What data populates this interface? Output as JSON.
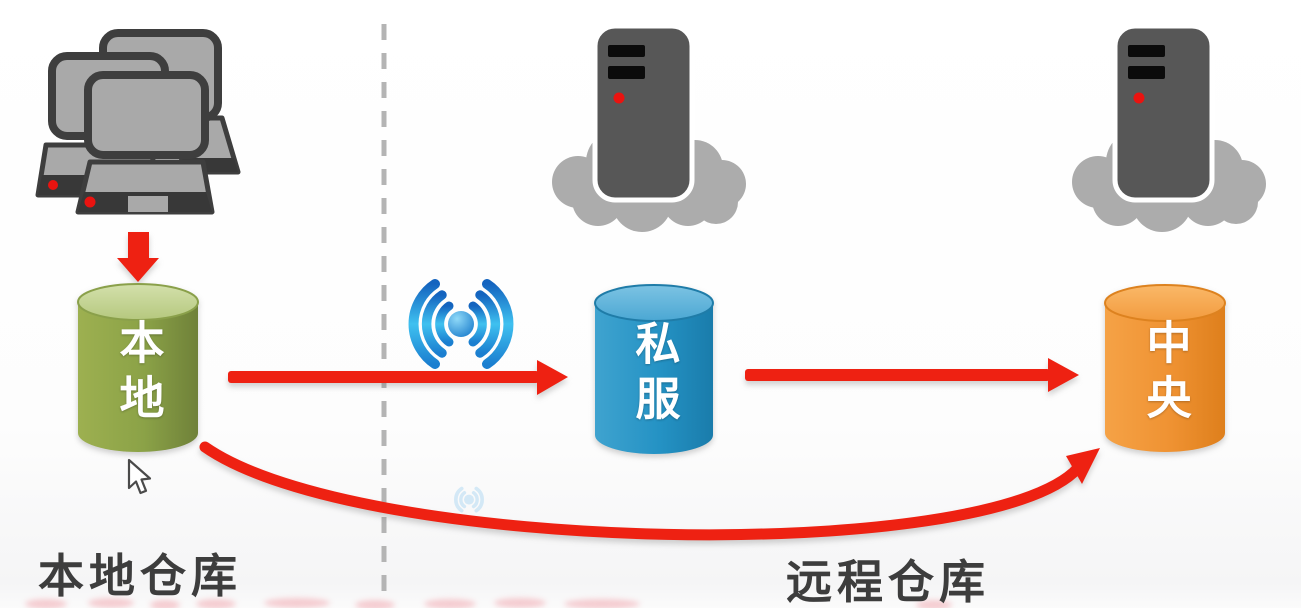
{
  "labels": {
    "local_repo": "本地仓库",
    "remote_repo": "远程仓库"
  },
  "cylinders": {
    "local": {
      "label": "本地",
      "body_color": "#8ca348",
      "top_color": "#c9d89b"
    },
    "private": {
      "label": "私服",
      "body_color": "#2492c4",
      "top_color": "#5ab2d9"
    },
    "central": {
      "label": "中央",
      "body_color": "#ef9232",
      "top_color": "#f7a64e"
    }
  },
  "icons": {
    "client_computers": "laptop-stack-icon",
    "private_server": "server-cloud-icon",
    "central_server": "server-cloud-icon",
    "wireless_signal": "wifi-signal-icon",
    "wireless_signal_ghost": "wifi-signal-ghost-icon",
    "pointer": "mouse-cursor-icon"
  },
  "colors": {
    "arrow": "#ee2112",
    "divider": "#b4b4b4",
    "label_text": "#3d3d3d",
    "cylinder_text": "#ffffff",
    "device_gray": "#a9a9a9",
    "device_outline": "#3e3e3e",
    "server_body": "#575757",
    "cloud": "#acacac",
    "status_dot": "#ea1310"
  }
}
